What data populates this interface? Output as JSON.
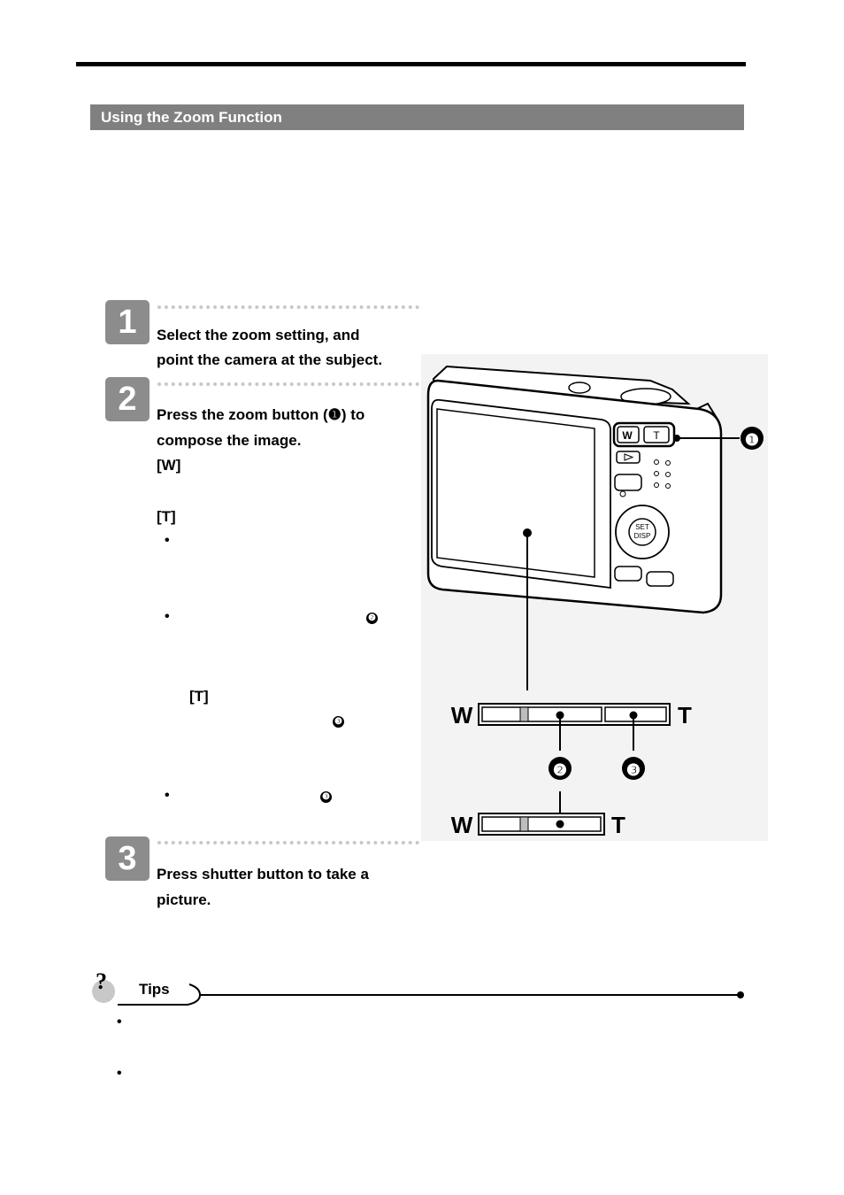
{
  "header": {
    "section_title": "Using the Zoom Function"
  },
  "steps": [
    {
      "number": "1",
      "line1": "Select the zoom setting, and",
      "line2": "point the camera at the subject."
    },
    {
      "number": "2",
      "line1": "Press the zoom button (❶) to",
      "line2": "compose the image.",
      "w_label": "[W]",
      "t_label": "[T]",
      "t_label2": "[T]",
      "marker2": "❷",
      "marker3a": "❸",
      "marker3b": "❸"
    },
    {
      "number": "3",
      "line1": "Press shutter button to take a",
      "line2": "picture."
    }
  ],
  "figure": {
    "callout1": "❶",
    "callout2": "❷",
    "callout3": "❸",
    "bar_w": "W",
    "bar_t": "T",
    "btn_w": "W",
    "btn_t": "T",
    "set_label": "SET",
    "disp_label": "DISP"
  },
  "tips": {
    "label": "Tips",
    "question_mark": "?"
  }
}
